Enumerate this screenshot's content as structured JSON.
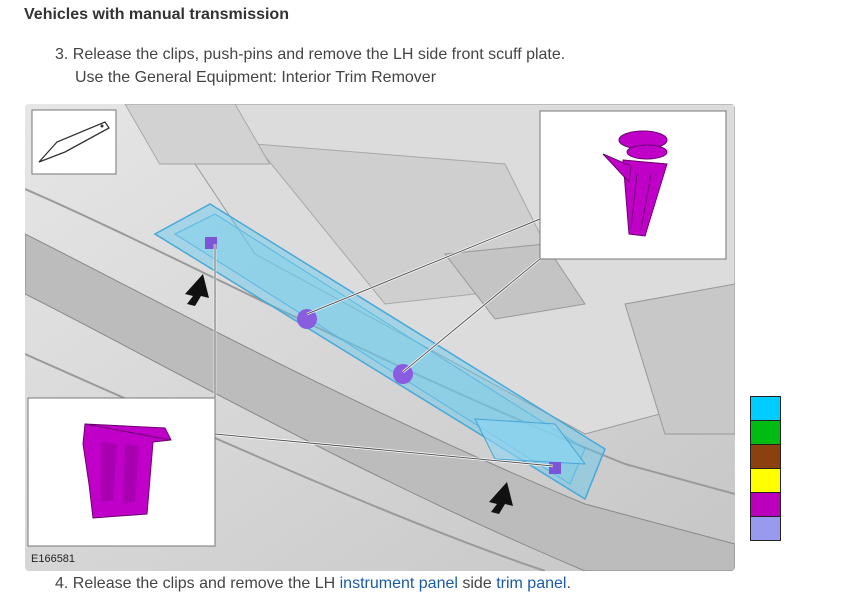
{
  "heading": "Vehicles with manual transmission",
  "step3": {
    "number": "3.",
    "text": "Release the clips, push-pins and remove the LH side front scuff plate.",
    "sub": "Use the General Equipment: Interior Trim Remover"
  },
  "figure": {
    "id_label": "E166581"
  },
  "step4": {
    "number": "4.",
    "text_before": "Release the clips and remove the LH",
    "link1": "instrument panel",
    "text_middle": "side",
    "link2": "trim panel",
    "text_after": "."
  },
  "legend": {
    "colors": [
      "#00ccff",
      "#00bb11",
      "#8b4010",
      "#ffff00",
      "#bb00bb",
      "#9999ee"
    ]
  },
  "colors": {
    "scuff_plate": "#5ec8ef",
    "fastener": "#c000c8",
    "link": "#1a5aa8"
  }
}
